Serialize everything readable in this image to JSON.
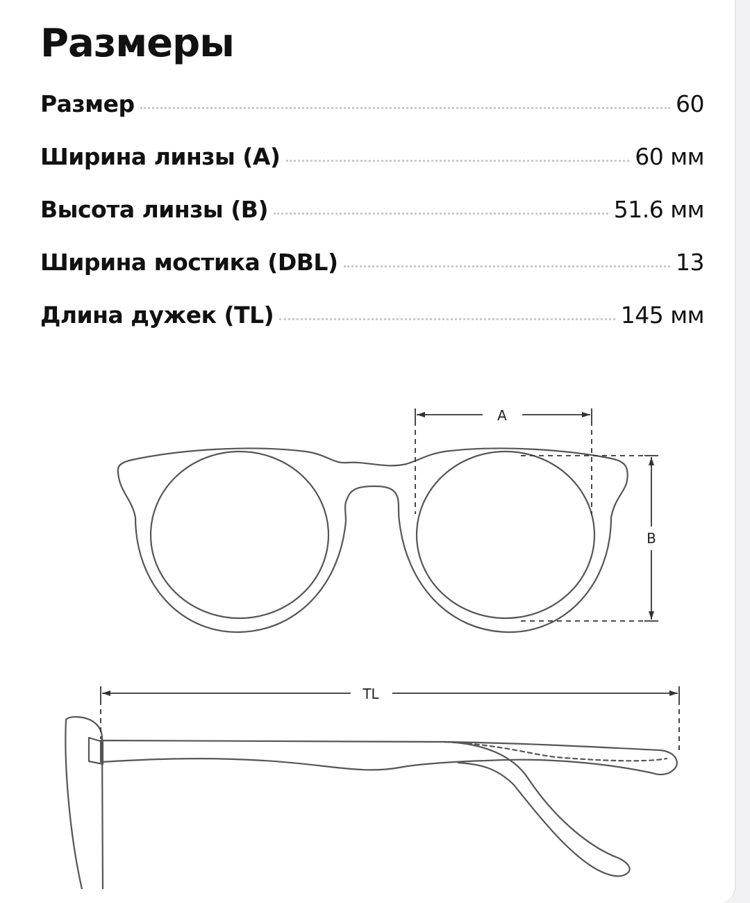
{
  "title": "Размеры",
  "specs": [
    {
      "label": "Размер",
      "value": "60"
    },
    {
      "label": "Ширина линзы (A)",
      "value": "60 мм"
    },
    {
      "label": "Высота линзы (B)",
      "value": "51.6 мм"
    },
    {
      "label": "Ширина мостика (DBL)",
      "value": "13"
    },
    {
      "label": "Длина дужек (TL)",
      "value": "145 мм"
    }
  ],
  "diagram": {
    "label_a": "A",
    "label_b": "B",
    "label_tl": "TL"
  }
}
